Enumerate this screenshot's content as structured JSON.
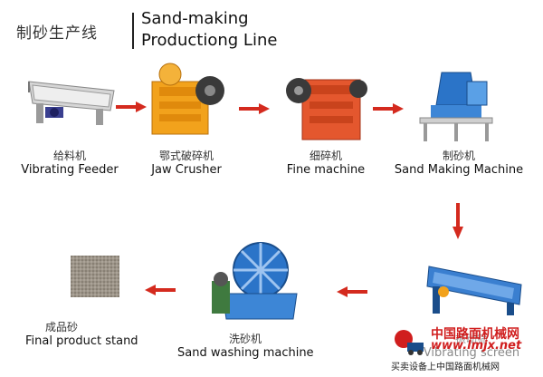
{
  "title": {
    "cn": "制砂生产线",
    "en_line1": "Sand-making",
    "en_line2": "Productiong Line"
  },
  "steps": [
    {
      "cn": "给料机",
      "en": "Vibrating Feeder"
    },
    {
      "cn": "鄂式破碎机",
      "en": "Jaw Crusher"
    },
    {
      "cn": "细碎机",
      "en": "Fine machine"
    },
    {
      "cn": "制砂机",
      "en": "Sand Making Machine"
    },
    {
      "cn": "振动筛",
      "en": "Vibrating screen"
    },
    {
      "cn": "洗砂机",
      "en": "Sand washing machine"
    },
    {
      "cn": "成品砂",
      "en": "Final product stand"
    }
  ],
  "watermark": {
    "cn": "中国路面机械网",
    "url": "www.lmjx.net",
    "sub": "买卖设备上中国路面机械网"
  },
  "colors": {
    "arrow": "#d42a1e",
    "machine_orange": "#f2a21c",
    "machine_blue": "#2b74c8",
    "watermark_red": "#d01e1e"
  }
}
